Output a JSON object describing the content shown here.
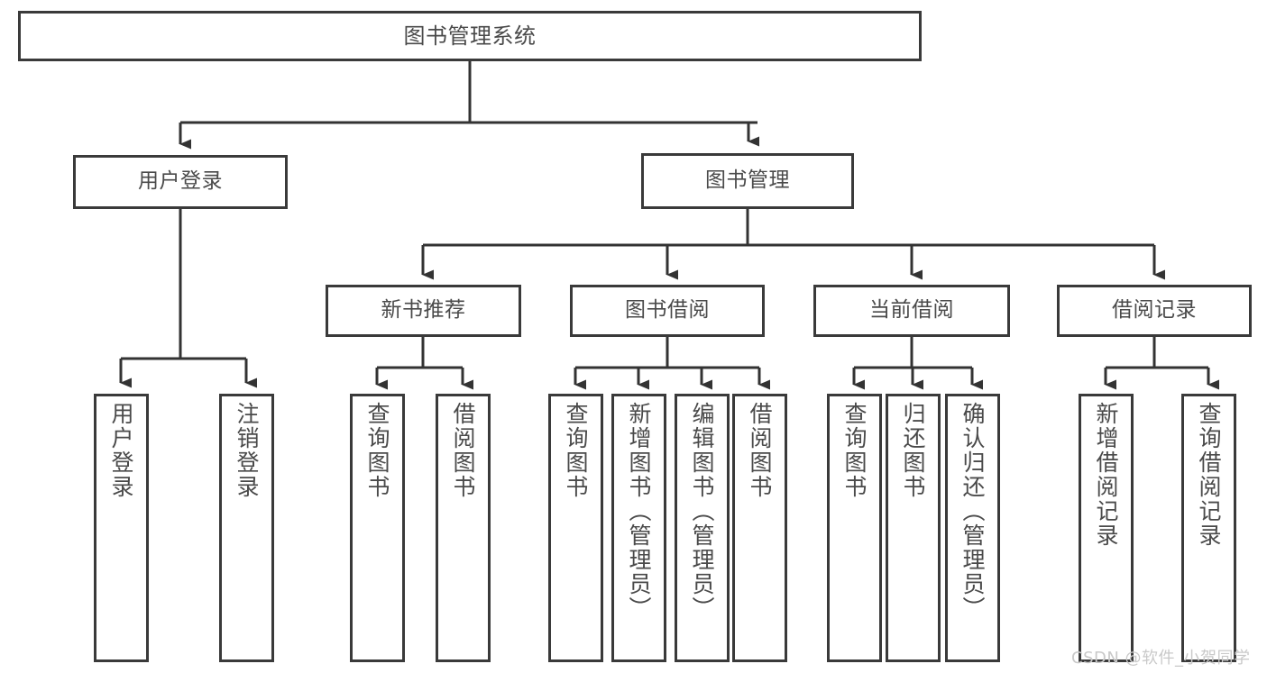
{
  "diagram": {
    "type": "tree-hierarchy",
    "title": "图书管理系统",
    "root": {
      "label": "图书管理系统"
    },
    "level1": [
      {
        "label": "用户登录"
      },
      {
        "label": "图书管理"
      }
    ],
    "level2": [
      {
        "label": "新书推荐"
      },
      {
        "label": "图书借阅"
      },
      {
        "label": "当前借阅"
      },
      {
        "label": "借阅记录"
      }
    ],
    "leaves": {
      "user_login": [
        {
          "label": "用户登录"
        },
        {
          "label": "注销登录"
        }
      ],
      "new_book_recommend": [
        {
          "label": "查询图书"
        },
        {
          "label": "借阅图书"
        }
      ],
      "book_borrow": [
        {
          "label": "查询图书"
        },
        {
          "label": "新增图书（管理员）"
        },
        {
          "label": "编辑图书（管理员）"
        },
        {
          "label": "借阅图书"
        }
      ],
      "current_borrow": [
        {
          "label": "查询图书"
        },
        {
          "label": "归还图书"
        },
        {
          "label": "确认归还（管理员）"
        }
      ],
      "borrow_record": [
        {
          "label": "新增借阅记录"
        },
        {
          "label": "查询借阅记录"
        }
      ]
    }
  },
  "watermark": {
    "text": "CSDN @软件_小贺同学"
  },
  "colors": {
    "box_border": "#3a3a3a",
    "text": "#4a4a4a",
    "connector": "#333333",
    "background": "#ffffff",
    "watermark": "#c9c9c9"
  }
}
